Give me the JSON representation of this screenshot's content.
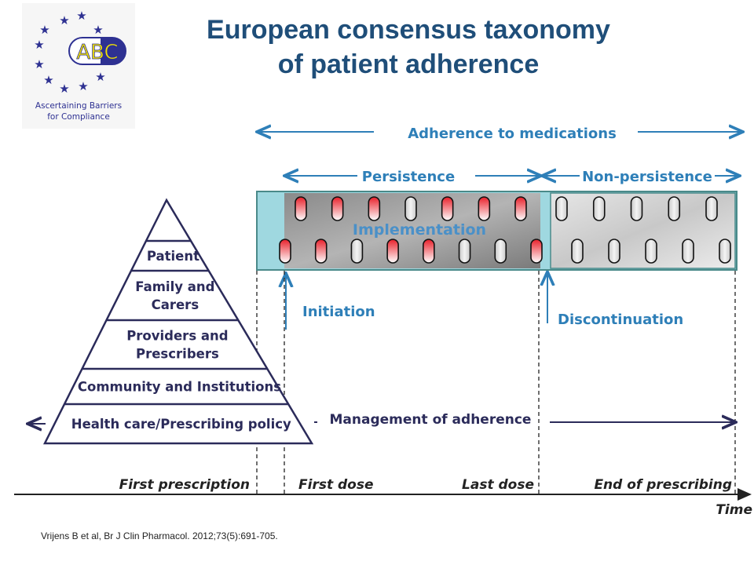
{
  "title_line1": "European consensus taxonomy",
  "title_line2": "of patient adherence",
  "logo": {
    "text": "ABC",
    "caption_line1": "Ascertaining Barriers",
    "caption_line2": "for Compliance"
  },
  "labels": {
    "adherence": "Adherence to medications",
    "persistence": "Persistence",
    "non_persistence": "Non-persistence",
    "implementation": "Implementation",
    "initiation": "Initiation",
    "discontinuation": "Discontinuation",
    "management": "Management of adherence"
  },
  "pyramid": [
    "Patient",
    "Family and|Carers",
    "Providers and|Prescribers",
    "Community and Institutions",
    "Health care/Prescribing policy"
  ],
  "timeline": {
    "first_prescription": "First prescription",
    "first_dose": "First dose",
    "last_dose": "Last dose",
    "end_prescribing": "End of prescribing",
    "axis": "Time"
  },
  "doses": {
    "implementation_top": [
      1,
      1,
      1,
      0,
      1,
      1,
      1
    ],
    "implementation_bottom": [
      1,
      1,
      0,
      1,
      1,
      0,
      0,
      1
    ],
    "non_persistence_top": [
      0,
      0,
      0,
      0,
      0
    ],
    "non_persistence_bottom": [
      0,
      0,
      0,
      0,
      0
    ]
  },
  "colors": {
    "title": "#1f4e79",
    "accent": "#2e7fb8",
    "taken_dose": "#e8202a",
    "logo": "#2e3192"
  },
  "citation": "Vrijens B et al, Br J Clin Pharmacol. 2012;73(5):691-705."
}
